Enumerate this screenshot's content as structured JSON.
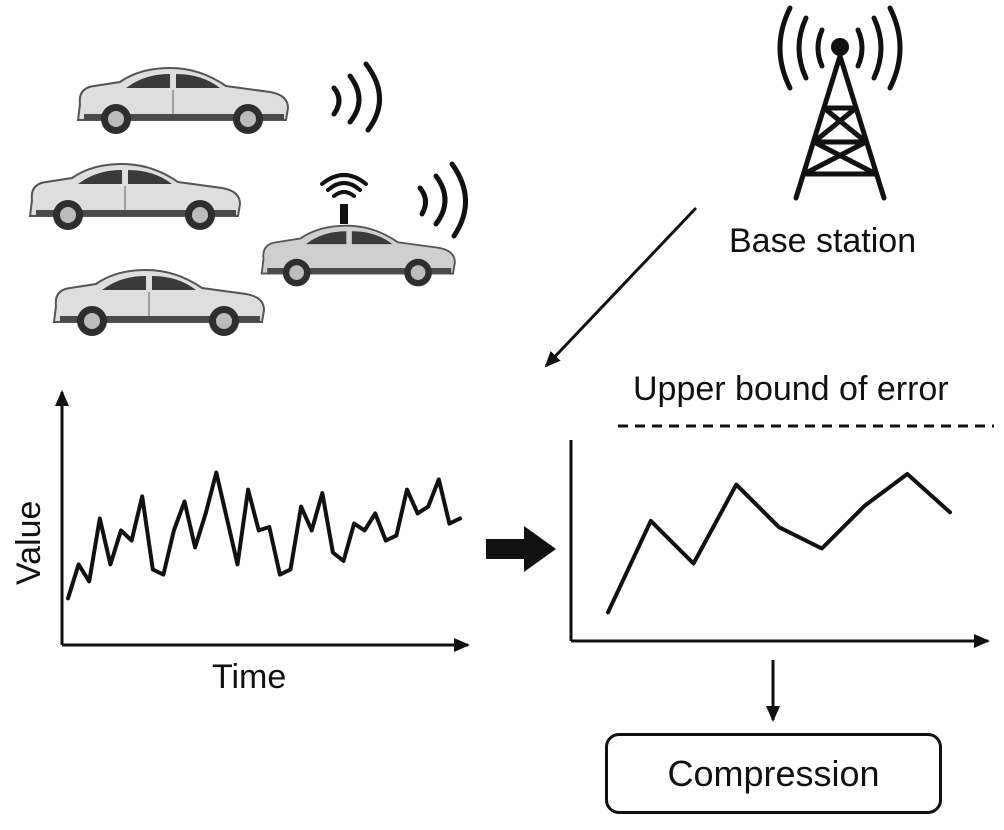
{
  "base_station": {
    "label": "Base station"
  },
  "error_bound": {
    "label": "Upper bound of error"
  },
  "raw_series": {
    "xlabel": "Time",
    "ylabel": "Value",
    "values": [
      0.08,
      0.28,
      0.18,
      0.55,
      0.28,
      0.48,
      0.42,
      0.68,
      0.25,
      0.22,
      0.48,
      0.65,
      0.38,
      0.58,
      0.82,
      0.55,
      0.28,
      0.72,
      0.48,
      0.5,
      0.22,
      0.25,
      0.62,
      0.48,
      0.7,
      0.35,
      0.3,
      0.52,
      0.48,
      0.58,
      0.42,
      0.45,
      0.72,
      0.58,
      0.62,
      0.78,
      0.52,
      0.55
    ]
  },
  "compressed_series": {
    "values": [
      0.12,
      0.55,
      0.35,
      0.72,
      0.52,
      0.42,
      0.62,
      0.77,
      0.59
    ]
  },
  "compression": {
    "label": "Compression"
  },
  "icons": [
    "car-icon",
    "connected-car-icon",
    "antenna-icon",
    "wireless-signal-icon",
    "radio-tower-icon"
  ]
}
